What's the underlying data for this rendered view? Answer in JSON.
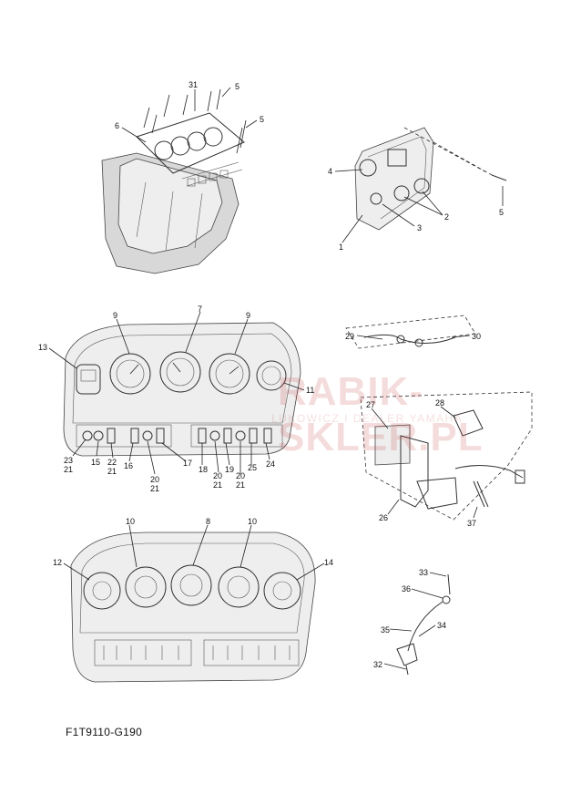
{
  "figure_code": "F1T9110-G190",
  "watermark": {
    "text": "RABIK-SKLER.PL",
    "sub": "ŁUKOWICZ I DEALER YAMAHA"
  },
  "callouts": [
    {
      "id": "c31",
      "label": "31"
    },
    {
      "id": "c5a",
      "label": "5"
    },
    {
      "id": "c6",
      "label": "6"
    },
    {
      "id": "c5b",
      "label": "5"
    },
    {
      "id": "c4",
      "label": "4"
    },
    {
      "id": "c2",
      "label": "2"
    },
    {
      "id": "c3",
      "label": "3"
    },
    {
      "id": "c1",
      "label": "1"
    },
    {
      "id": "c5c",
      "label": "5"
    },
    {
      "id": "c9a",
      "label": "9"
    },
    {
      "id": "c7",
      "label": "7"
    },
    {
      "id": "c9b",
      "label": "9"
    },
    {
      "id": "c13",
      "label": "13"
    },
    {
      "id": "c11",
      "label": "11"
    },
    {
      "id": "c23",
      "label": "23"
    },
    {
      "id": "c21a",
      "label": "21"
    },
    {
      "id": "c15",
      "label": "15"
    },
    {
      "id": "c22",
      "label": "22"
    },
    {
      "id": "c21b",
      "label": "21"
    },
    {
      "id": "c16",
      "label": "16"
    },
    {
      "id": "c20a",
      "label": "20"
    },
    {
      "id": "c21c",
      "label": "21"
    },
    {
      "id": "c17",
      "label": "17"
    },
    {
      "id": "c18",
      "label": "18"
    },
    {
      "id": "c20b",
      "label": "20"
    },
    {
      "id": "c21d",
      "label": "21"
    },
    {
      "id": "c19",
      "label": "19"
    },
    {
      "id": "c20c",
      "label": "20"
    },
    {
      "id": "c21e",
      "label": "21"
    },
    {
      "id": "c25",
      "label": "25"
    },
    {
      "id": "c24",
      "label": "24"
    },
    {
      "id": "c29",
      "label": "29"
    },
    {
      "id": "c30",
      "label": "30"
    },
    {
      "id": "c27",
      "label": "27"
    },
    {
      "id": "c28",
      "label": "28"
    },
    {
      "id": "c26",
      "label": "26"
    },
    {
      "id": "c37",
      "label": "37"
    },
    {
      "id": "c10a",
      "label": "10"
    },
    {
      "id": "c8",
      "label": "8"
    },
    {
      "id": "c10b",
      "label": "10"
    },
    {
      "id": "c12",
      "label": "12"
    },
    {
      "id": "c14",
      "label": "14"
    },
    {
      "id": "c33",
      "label": "33"
    },
    {
      "id": "c36",
      "label": "36"
    },
    {
      "id": "c35",
      "label": "35"
    },
    {
      "id": "c34",
      "label": "34"
    },
    {
      "id": "c32",
      "label": "32"
    }
  ]
}
